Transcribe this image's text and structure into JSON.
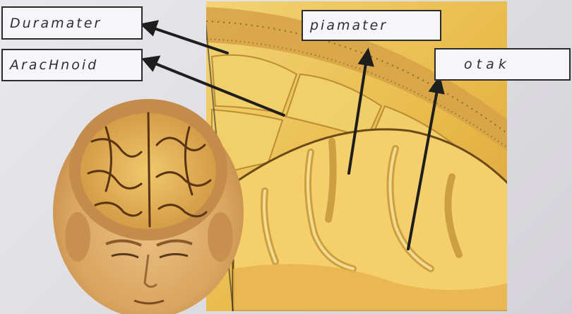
{
  "labels": {
    "dura": "Duramater",
    "arach": "AracHnoid",
    "pia": "piamater",
    "otak": "otak"
  },
  "colors": {
    "paper": "#e4e2e7",
    "tissue": "#e8b848",
    "tissue_light": "#f3d77c",
    "skin": "#dcaa62",
    "line": "#1e1e1e"
  }
}
